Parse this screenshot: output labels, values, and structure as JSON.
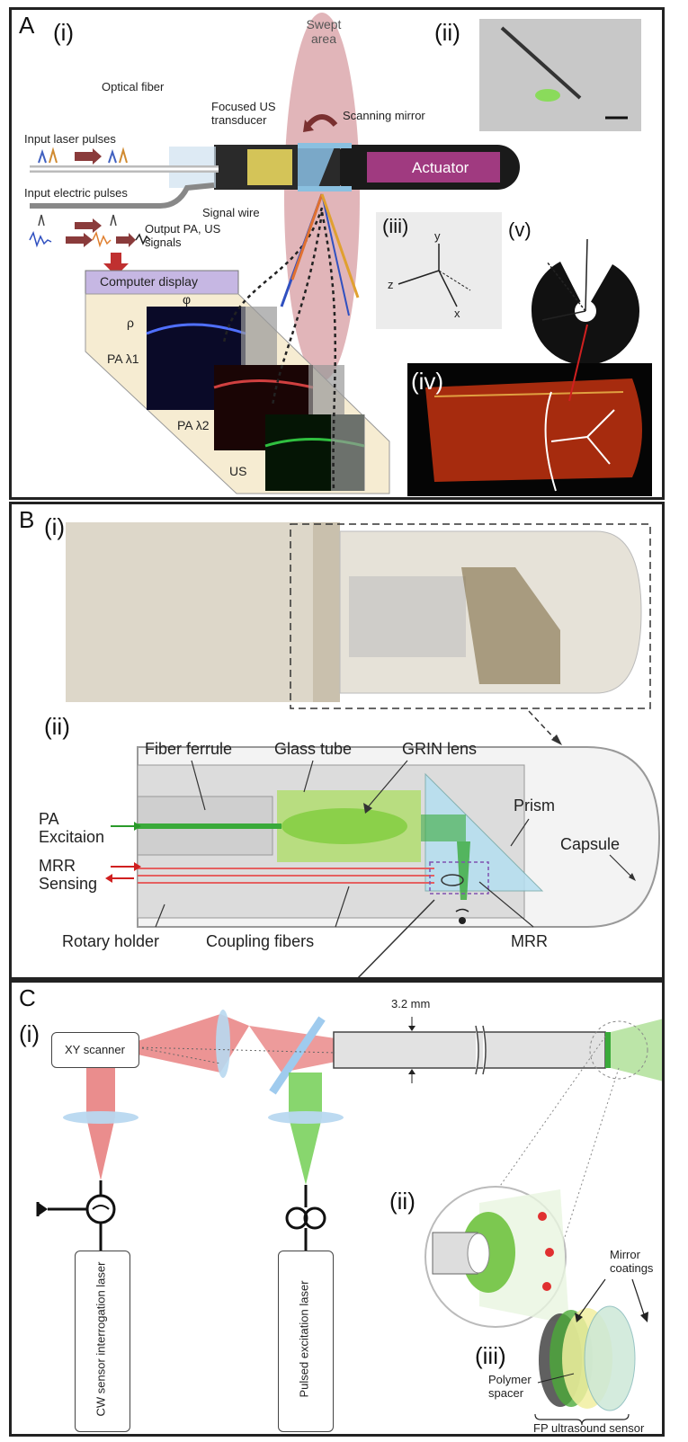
{
  "panel_a": {
    "letter": "A",
    "sub_i": "(i)",
    "sub_ii": "(ii)",
    "sub_iii": "(iii)",
    "sub_iv": "(iv)",
    "sub_v": "(v)",
    "swept_area": "Swept area",
    "optical_fiber": "Optical fiber",
    "focused_us": "Focused US transducer",
    "scanning_mirror": "Scanning mirror",
    "input_laser": "Input laser pulses",
    "actuator": "Actuator",
    "input_electric": "Input electric pulses",
    "signal_wire": "Signal wire",
    "output_signals": "Output PA, US signals",
    "computer_display": "Computer display",
    "phi": "φ",
    "rho": "ρ",
    "pa1": "PA λ1",
    "pa2": "PA λ2",
    "us": "US",
    "axis_x": "x",
    "axis_y": "y",
    "axis_z": "z"
  },
  "panel_b": {
    "letter": "B",
    "sub_i": "(i)",
    "sub_ii": "(ii)",
    "fiber_ferrule": "Fiber ferrule",
    "glass_tube": "Glass tube",
    "grin_lens": "GRIN lens",
    "pa_excitation": "PA Excitaion",
    "prism": "Prism",
    "capsule": "Capsule",
    "mrr_sensing": "MRR Sensing",
    "rotary_holder": "Rotary holder",
    "coupling_fibers": "Coupling fibers",
    "mrr": "MRR"
  },
  "panel_c": {
    "letter": "C",
    "sub_i": "(i)",
    "sub_ii": "(ii)",
    "sub_iii": "(iii)",
    "xy_scanner": "XY scanner",
    "diameter": "3.2 mm",
    "cw_laser": "CW sensor interrogation laser",
    "pulsed_laser": "Pulsed excitation laser",
    "mirror_coatings": "Mirror coatings",
    "polymer_spacer": "Polymer spacer",
    "fp_sensor": "FP ultrasound sensor"
  }
}
